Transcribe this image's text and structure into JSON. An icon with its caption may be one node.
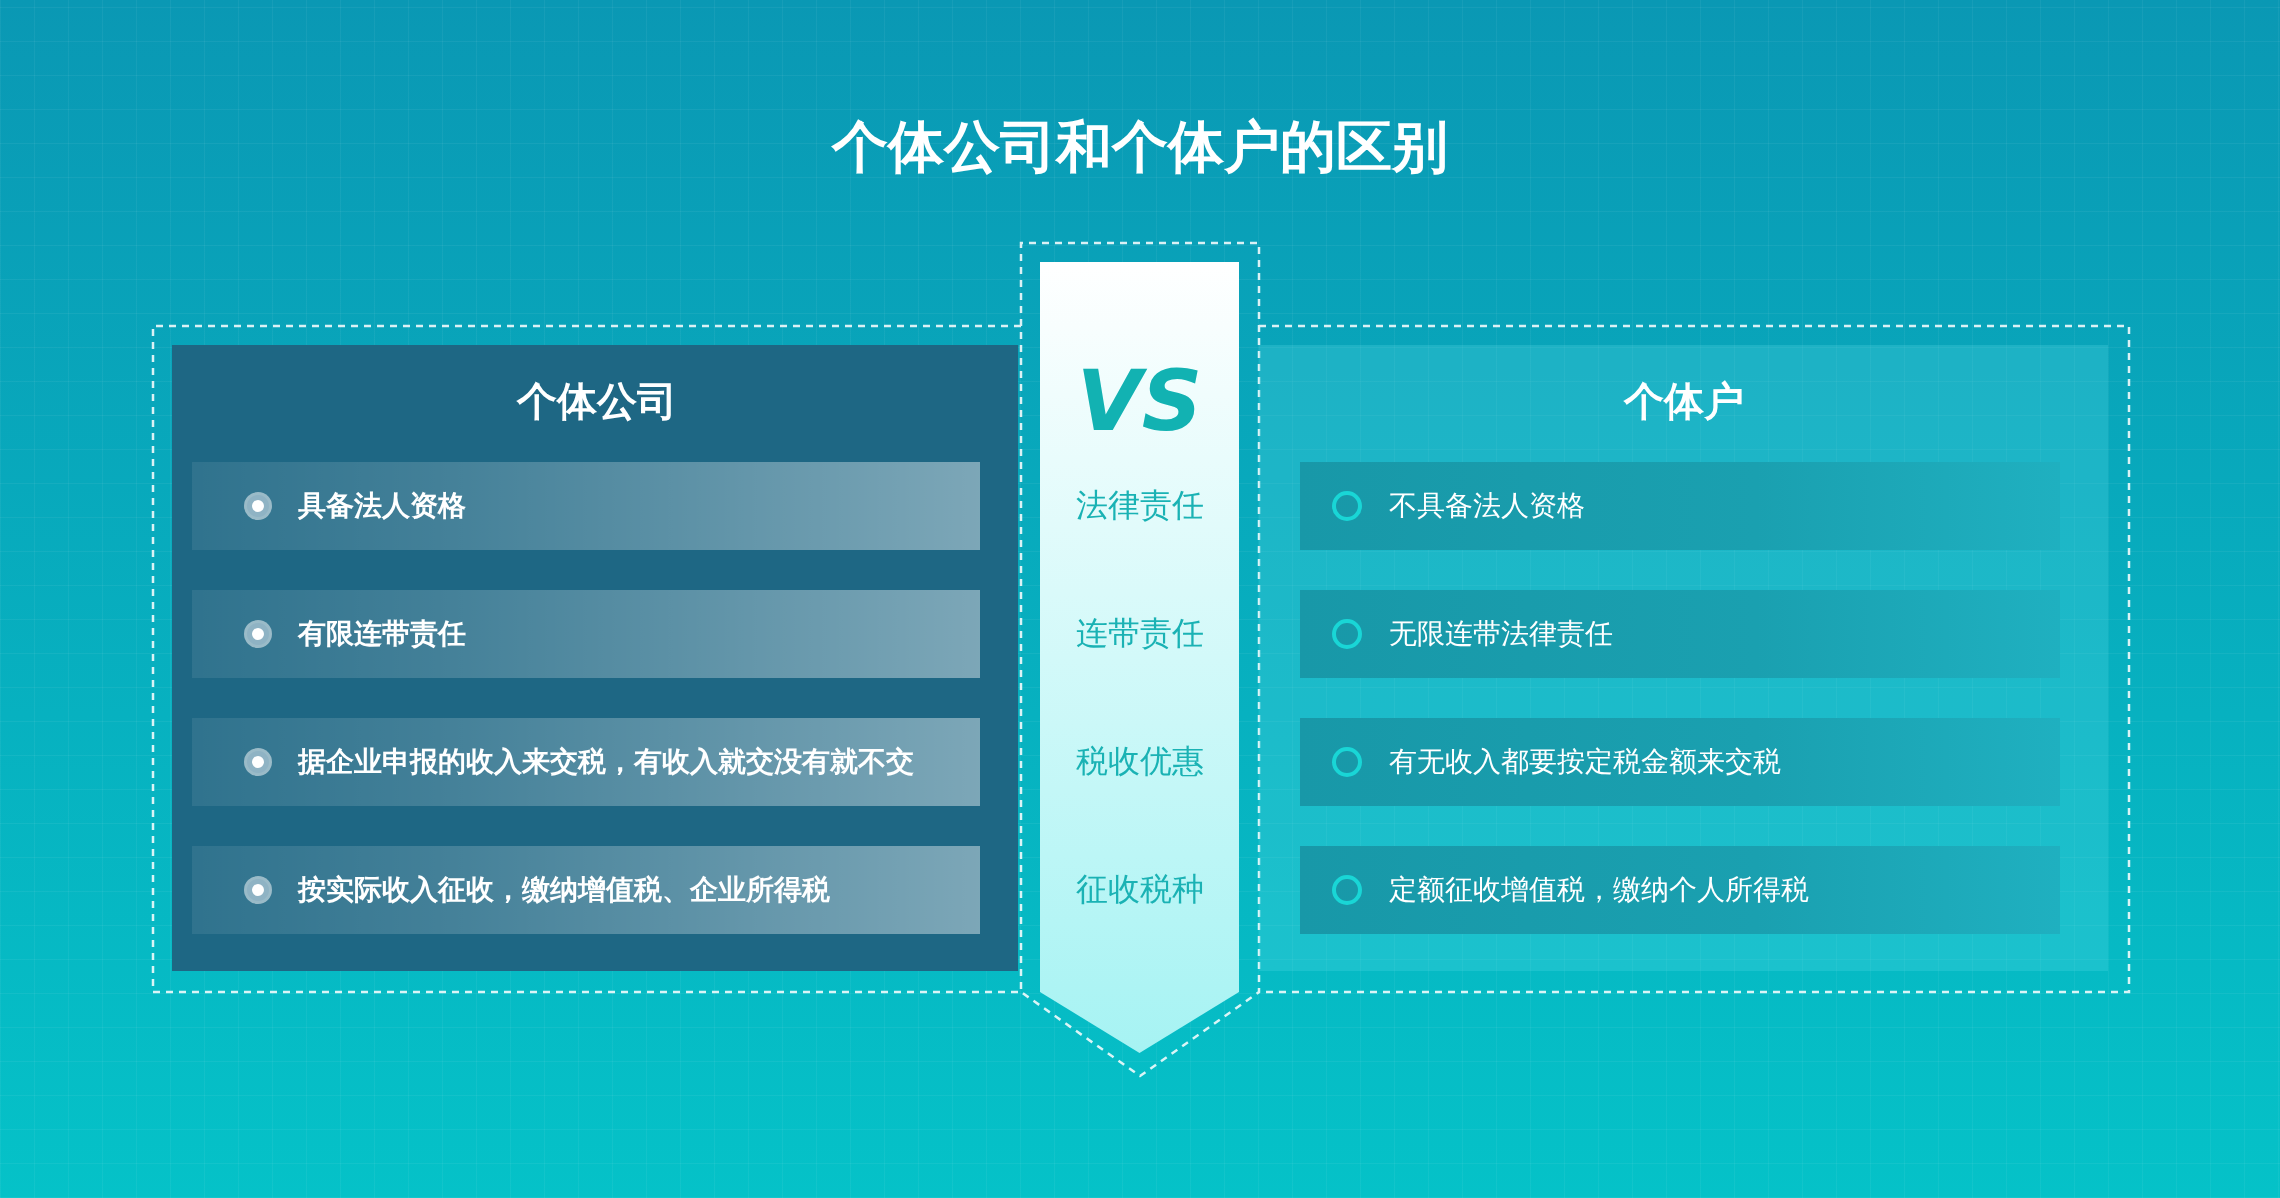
{
  "diagram": {
    "title": "个体公司和个体户的区别",
    "nodes": [
      {
        "text": [
          "个体公司"
        ]
      },
      {
        "text": [
          "具备法人资格"
        ],
        "in": 0
      },
      {
        "text": [
          "有限连带责任"
        ],
        "in": 0
      },
      {
        "text": [
          "据企业申报的收入来交税，有收入就交没有就不交"
        ],
        "in": 0
      },
      {
        "text": [
          "按实际收入征收，缴纳增值税、企业所得税"
        ],
        "in": 0
      },
      {
        "text": [
          "VS",
          "法律责任",
          "连带责任",
          "税收优惠",
          "征收税种"
        ]
      },
      {
        "text": [
          "个体户"
        ]
      },
      {
        "text": [
          "不具备法人资格"
        ],
        "in": 6
      },
      {
        "text": [
          "无限连带法律责任"
        ],
        "in": 6
      },
      {
        "text": [
          "有无收入都要按定税金额来交税"
        ],
        "in": 6
      },
      {
        "text": [
          "定额征收增值税，缴纳个人所得税"
        ],
        "in": 6
      }
    ]
  }
}
